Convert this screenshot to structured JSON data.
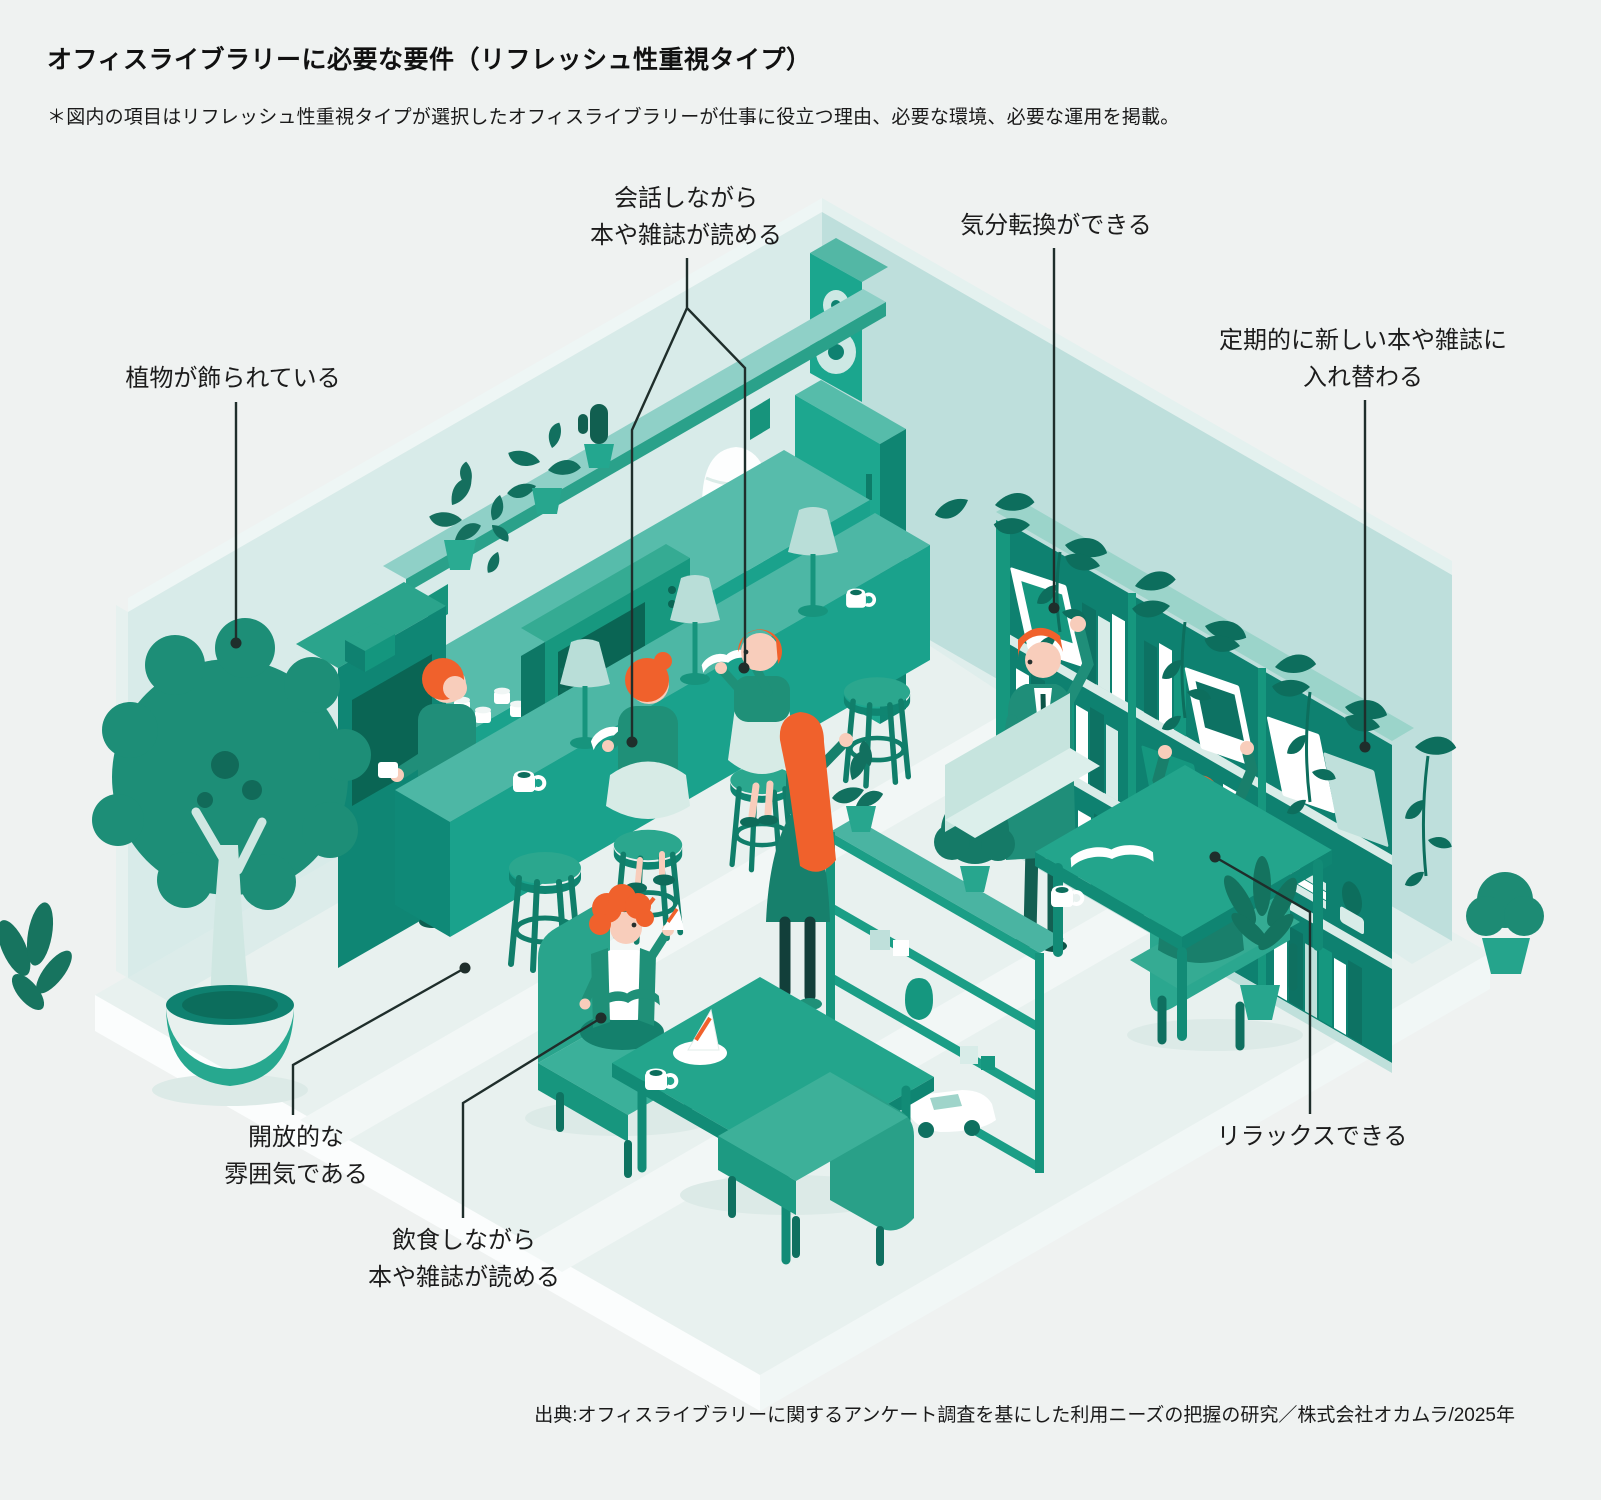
{
  "header": {
    "title": "オフィスライブラリーに必要な要件（リフレッシュ性重視タイプ）",
    "note": "＊図内の項目はリフレッシュ性重視タイプが選択したオフィスライブラリーが仕事に役立つ理由、必要な環境、必要な運用を掲載。"
  },
  "annotations": {
    "plants": {
      "text": "植物が飾られている"
    },
    "conversation": {
      "line1": "会話しながら",
      "line2": "本や雑誌が読める"
    },
    "mood_change": {
      "text": "気分転換ができる"
    },
    "book_rotation": {
      "line1": "定期的に新しい本や雑誌に",
      "line2": "入れ替わる"
    },
    "openness": {
      "line1": "開放的な",
      "line2": "雰囲気である"
    },
    "eat_and_read": {
      "line1": "飲食しながら",
      "line2": "本や雑誌が読める"
    },
    "relax": {
      "text": "リラックスできる"
    }
  },
  "source": "出典:オフィスライブラリーに関するアンケート調査を基にした利用ニーズの把握の研究／株式会社オカムラ/2025年",
  "palette": {
    "teal_primary": "#1BA28C",
    "teal_dark": "#0E8170",
    "teal_deep": "#0D6E5D",
    "teal_light": "#4DB7A5",
    "teal_pale": "#B9DED8",
    "wall_left": "#D8EBE9",
    "wall_right": "#BEDFDC",
    "floor": "#E8F1EF",
    "background": "#EFF2F1",
    "hair_orange": "#F0612C",
    "skin": "#F8CDBB",
    "annotation_line": "#1F2E2B",
    "text": "#1C1C1C"
  }
}
